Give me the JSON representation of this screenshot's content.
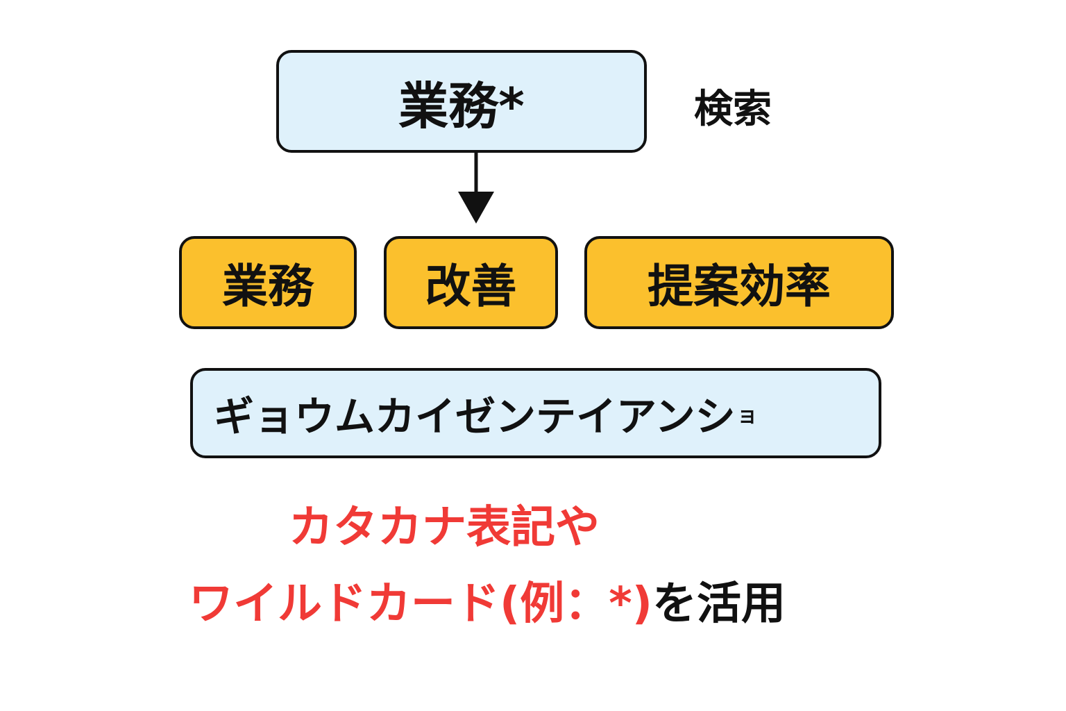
{
  "diagram": {
    "query": "業務*",
    "search_label": "検索",
    "terms": [
      "業務",
      "改善",
      "提案効率"
    ],
    "reading": "ギョウムカイゼンテイアンシ",
    "reading_small": "ョ",
    "tip_line1": "カタカナ表記や",
    "tip_line2_red": "ワイルドカード(例：*)",
    "tip_line2_black": "を活用"
  },
  "colors": {
    "query_box_fill": "#dff1fb",
    "term_box_fill": "#fbc02d",
    "tip_red": "#f03a36",
    "stroke": "#111111"
  }
}
